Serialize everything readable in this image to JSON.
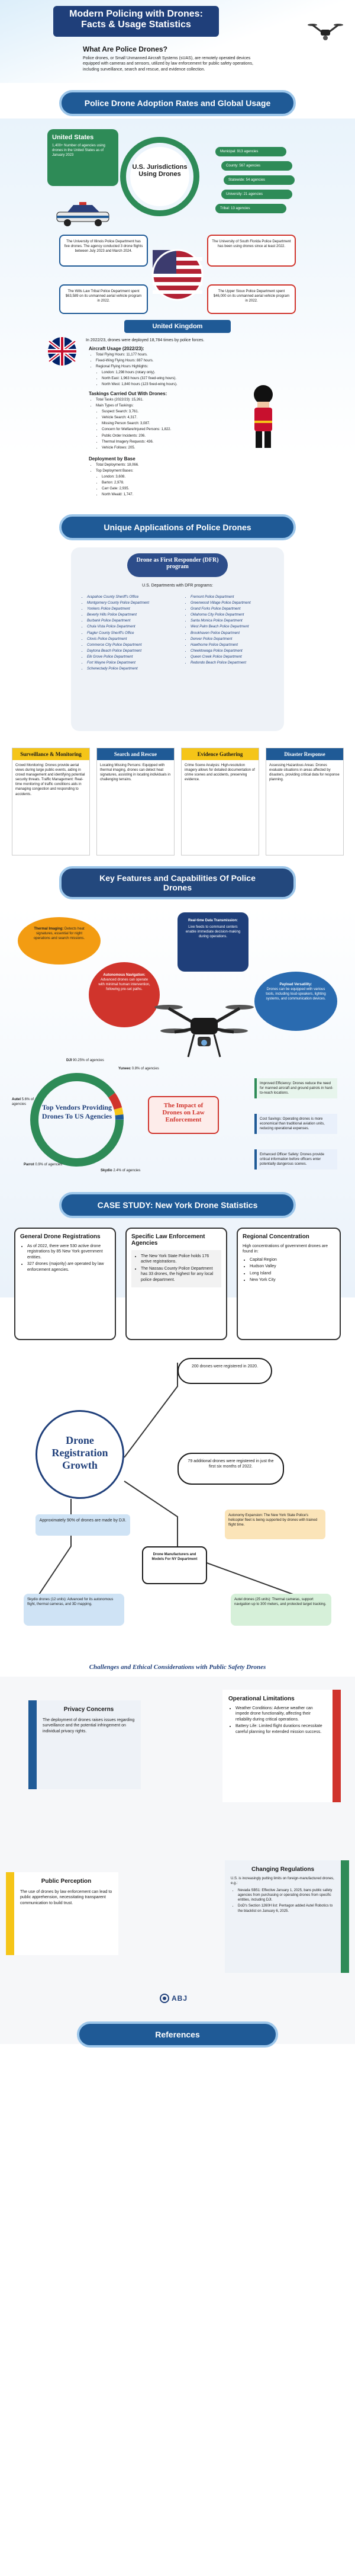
{
  "header": {
    "title_line1": "Modern Policing with Drones:",
    "title_line2": "Facts & Usage Statistics",
    "question": "What Are Police Drones?",
    "definition": "Police drones, or Small Unmanned Aircraft Systems (sUAS), are remotely operated devices equipped with cameras and sensors, utilized by law enforcement for public safety operations, including surveillance, search and rescue, and evidence collection."
  },
  "section1": {
    "heading": "Police Drone Adoption Rates and Global Usage",
    "us_title": "United States",
    "us_stat": "1,400+ Number of agencies using drones in the United States as of January 2023",
    "us_center": "U.S. Jurisdictions Using Drones",
    "jurisdictions": [
      "Municipal: 913 agencies",
      "County: 567 agencies",
      "Statewide: 54 agencies",
      "University: 21 agencies",
      "Tribal: 13 agencies"
    ],
    "facts": [
      "The University of Illinois Police Department has five drones. The agency conducted 3 drone flights between July 2023 and March 2024.",
      "The University of South Florida Police Department has been using drones since at least 2022.",
      "The Wills Law Tribal Police Department spent $63,589 on its unmanned aerial vehicle program in 2022.",
      "The Upper Sioux Police Department spent $46,000 on its unmanned aerial vehicle program in 2022."
    ],
    "uk_title": "United Kingdom",
    "uk_intro": "In 2022/23, drones were deployed 18,784 times by police forces.",
    "aircraft_title": "Aircraft Usage (2022/23):",
    "aircraft": [
      "Total Flying Hours: 11,177 hours.",
      "Fixed-Wing Flying Hours: 887 hours.",
      "Regional Flying Hours Highlights:",
      "London: 1,298 hours (rotary only).",
      "North East: 1,963 hours (327 fixed-wing hours).",
      "North West: 1,840 hours (123 fixed-wing hours)."
    ],
    "tasks_title": "Taskings Carried Out With Drones:",
    "tasks": [
      "Total Tasks (2022/23): 15,261.",
      "Main Types of Taskings:",
      "Suspect Search: 3,761.",
      "Vehicle Search: 4,317.",
      "Missing Person Search: 3,087.",
      "Concern for Welfare/Injured Persons: 1,822.",
      "Public Order Incidents: 206.",
      "Thermal Imagery Requests: 436.",
      "Vehicle Follows: 205."
    ],
    "deploy_title": "Deployment by Base",
    "deploy": [
      "Total Deployments: 18,066.",
      "Top Deployment Bases:",
      "London: 3,608.",
      "Barton: 2,978.",
      "Carr Gate: 2,935.",
      "North Weald: 1,747."
    ]
  },
  "section2": {
    "heading": "Unique Applications of Police Drones",
    "dfr_title": "Drone as First Responder (DFR) program",
    "dfr_sub": "U.S. Departments with DFR programs:",
    "dfr_left": [
      "Arapahoe County Sheriff's Office",
      "Montgomery County Police Department",
      "Yonkers Police Department",
      "Beverly Hills Police Department",
      "Burbank Police Department",
      "Chula Vista Police Department",
      "Flagler County Sheriff's Office",
      "Clovis Police Department",
      "Commerce City Police Department",
      "Daytona Beach Police Department",
      "Elk Grove Police Department",
      "Fort Wayne Police Department",
      "Schenectady Police Department"
    ],
    "dfr_right": [
      "Fremont Police Department",
      "Greenwood Village Police Department",
      "Grand Forks Police Department",
      "Oklahoma City Police Department",
      "Santa Monica Police Department",
      "West Palm Beach Police Department",
      "Brookhaven Police Department",
      "Denver Police Department",
      "Hawthorne Police Department",
      "Cheektowaga Police Department",
      "Queen Creek Police Department",
      "Redondo Beach Police Department"
    ],
    "cards": [
      {
        "title": "Surveillance & Monitoring",
        "text": "Crowd Monitoring: Drones provide aerial views during large public events, aiding in crowd management and identifying potential security threats. Traffic Management: Real-time monitoring of traffic conditions aids in managing congestion and responding to accidents."
      },
      {
        "title": "Search and Rescue",
        "text": "Locating Missing Persons: Equipped with thermal imaging, drones can detect heat signatures, assisting in locating individuals in challenging terrains."
      },
      {
        "title": "Evidence Gathering",
        "text": "Crime Scene Analysis: High-resolution imagery allows for detailed documentation of crime scenes and accidents, preserving evidence."
      },
      {
        "title": "Disaster Response",
        "text": "Assessing Hazardous Areas: Drones evaluate situations in areas affected by disasters, providing critical data for response planning."
      }
    ]
  },
  "section3": {
    "heading": "Key Features and Capabilities Of Police Drones",
    "features": [
      {
        "title": "Thermal Imaging:",
        "text": "Detects heat signatures, essential for night operations and search missions."
      },
      {
        "title": "Real-time Data Transmission:",
        "text": "Live feeds to command centers enable immediate decision-making during operations."
      },
      {
        "title": "Autonomous Navigation:",
        "text": "Advanced drones can operate with minimal human intervention, following pre-set paths."
      },
      {
        "title": "Payload Versatility:",
        "text": "Drones can be equipped with various tools, including loud-speakers, lighting systems, and communication devices."
      }
    ],
    "vendors_title": "Top Vendors Providing Drones To US Agencies",
    "vendors": [
      {
        "name": "DJI",
        "share": "90.25% of agencies"
      },
      {
        "name": "Autel",
        "share": "5.6% of agencies"
      },
      {
        "name": "Parrot",
        "share": "0.9% of agencies"
      },
      {
        "name": "Skydio",
        "share": "2.4% of agencies"
      },
      {
        "name": "Yuneec",
        "share": "0.8% of agencies"
      }
    ],
    "impact_title": "The Impact of Drones on Law Enforcement",
    "impacts": [
      "Improved Efficiency: Drones reduce the need for manned aircraft and ground patrols in hard-to-reach locations.",
      "Cost Savings: Operating drones is more economical than traditional aviation units, reducing operational expenses.",
      "Enhanced Officer Safety: Drones provide critical information before officers enter potentially dangerous scenes."
    ]
  },
  "section4": {
    "heading": "CASE STUDY: New York Drone Statistics",
    "col1_title": "General Drone Registrations",
    "col1": [
      "As of 2022, there were 530 active drone registrations by 85 New York government entities.",
      "327 drones (majority) are operated by law enforcement agencies."
    ],
    "col2_title": "Specific Law Enforcement Agencies",
    "col2": [
      "The New York State Police holds 176 active registrations.",
      "The Nassau County Police Department has 33 drones, the highest for any local police department."
    ],
    "col3_title": "Regional Concentration",
    "col3_intro": "High concentrations of government drones are found in:",
    "col3": [
      "Capital Region",
      "Hudson Valley",
      "Long Island",
      "New York City"
    ],
    "growth_title": "Drone Registration Growth",
    "growth_2021": "200 drones were registered in 2020.",
    "growth_2022": "79 additional drones were registered in just the first six months of 2022.",
    "growth_left": "Approximately 90% of drones are made by DJI.",
    "growth_right": "Autonomy Expansion: The New York State Police's helicopter fleet is being supported by drones with trained flight time.",
    "makers_title": "Drone Manufacturers and Models For NY Department",
    "bottom_left": "Skydio drones (12 units): Advanced for its autonomous flight, thermal cameras, and 3D mapping.",
    "bottom_right": "Autel drones (25 units): Thermal cameras, support navigation up to 300 meters, and protected target tracking."
  },
  "section5": {
    "heading": "Challenges and Ethical Considerations with Public Safety Drones",
    "privacy_title": "Privacy Concerns",
    "privacy": "The deployment of drones raises issues regarding surveillance and the potential infringement on individual privacy rights.",
    "ops_title": "Operational Limitations",
    "ops": [
      "Weather Conditions: Adverse weather can impede drone functionality, affecting their reliability during critical operations.",
      "Battery Life: Limited flight durations necessitate careful planning for extended mission success."
    ],
    "perception_title": "Public Perception",
    "perception": "The use of drones by law enforcement can lead to public apprehension, necessitating transparent communication to build trust.",
    "regs_title": "Changing Regulations",
    "regs_intro": "U.S. is increasingly putting limits on foreign-manufactured drones, e.g.:",
    "regs": [
      "Nevada SB51: Effective January 1, 2025, bans public safety agencies from purchasing or operating drones from specific entities, including DJI.",
      "DoD's Section 1260H list: Pentagon added Autel Robotics to the blacklist on January 6, 2025."
    ]
  },
  "footer": {
    "brand": "ABJ",
    "refs_heading": "References"
  },
  "colors": {
    "navy": "#1f3f7a",
    "blue": "#1f5a96",
    "green": "#2e8b57",
    "orange": "#f39c12",
    "red": "#d0342c",
    "yellow": "#f5c518"
  }
}
